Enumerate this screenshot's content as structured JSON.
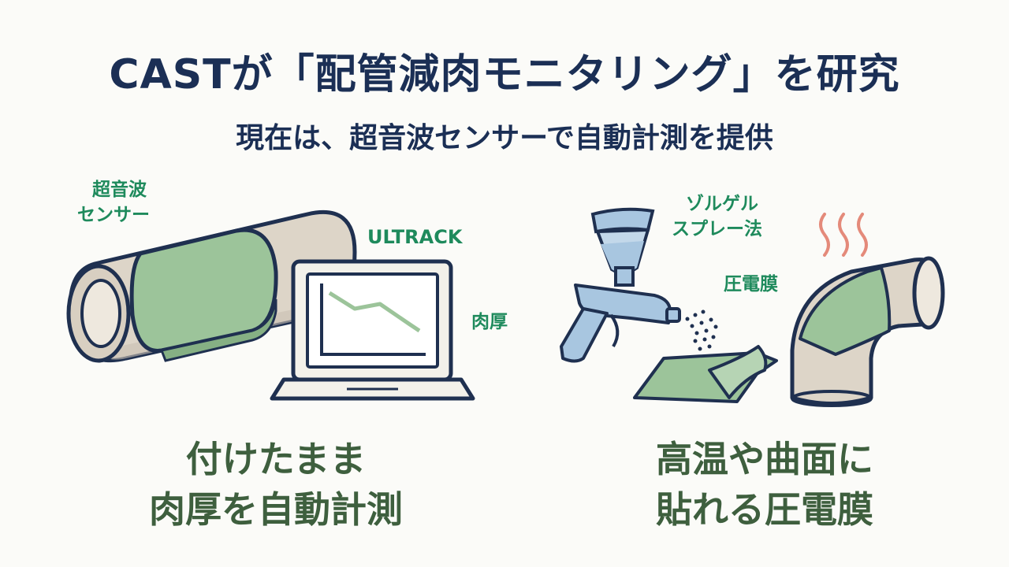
{
  "title": "CASTが「配管減肉モニタリング」を研究",
  "subtitle": "現在は、超音波センサーで自動計測を提供",
  "left_panel": {
    "sensor_label_line1": "超音波",
    "sensor_label_line2": "センサー",
    "product_label": "ULTRACK",
    "thickness_label": "肉厚",
    "caption_line1": "付けたまま",
    "caption_line2": "肉厚を自動計測"
  },
  "right_panel": {
    "method_label_line1": "ゾルゲル",
    "method_label_line2": "スプレー法",
    "film_label": "圧電膜",
    "caption_line1": "高温や曲面に",
    "caption_line2": "貼れる圧電膜"
  },
  "colors": {
    "title": "#1b2f55",
    "label_green": "#1e8a5c",
    "caption_green": "#3e5f3e",
    "pipe": "#ddd5c8",
    "sensor": "#9cc49a",
    "outline": "#1f3050",
    "spray_gun": "#a8c6e0",
    "heat_waves": "#e48a7a"
  },
  "icons": [
    "pipe-icon",
    "ultrasonic-sensor-icon",
    "laptop-icon",
    "spray-gun-icon",
    "piezo-film-icon",
    "elbow-pipe-icon",
    "heat-waves-icon"
  ]
}
